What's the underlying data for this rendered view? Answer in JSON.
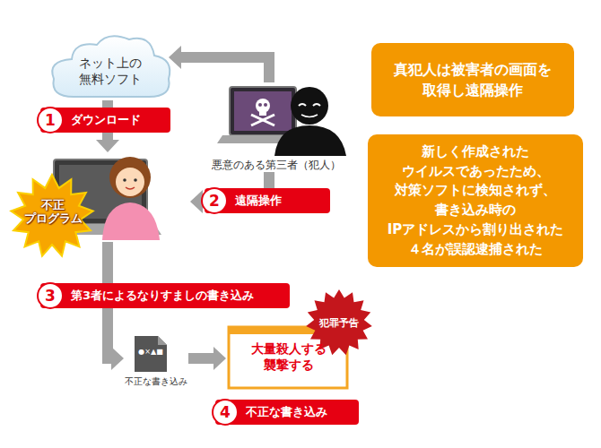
{
  "diagram": {
    "nodes": [
      {
        "text": [
          "ネット上の 無料ソフト"
        ]
      },
      {
        "text": [
          "悪意のある第三者（犯人）"
        ]
      },
      {
        "text": [
          "不正 プログラム"
        ]
      },
      {
        "text": [
          "●×▲■",
          "不正な書き込み"
        ]
      },
      {
        "text": [
          "大量殺人する 襲撃する",
          "犯罪予告"
        ]
      },
      {
        "text": [
          "1",
          "ダウンロード"
        ]
      },
      {
        "text": [
          "2",
          "遠隔操作"
        ]
      },
      {
        "text": [
          "3",
          "第3者によるなりすましの書き込み"
        ]
      },
      {
        "text": [
          "4",
          "不正な書き込み"
        ]
      },
      {
        "text": [
          "真犯人は被害者の画面を 取得し遠隔操作"
        ]
      },
      {
        "text": [
          "新しく作成された ウイルスであったため、 対策ソフトに検知されず、 書き込み時の IPアドレスから割り出された ４名が誤認逮捕された"
        ]
      }
    ],
    "edges": [
      {
        "from": 1,
        "to": 0,
        "arrow": "to"
      },
      {
        "from": 0,
        "to": 2,
        "arrow": "to"
      },
      {
        "from": 1,
        "to": 2,
        "arrow": "to"
      },
      {
        "from": 2,
        "to": 3,
        "arrow": "to"
      },
      {
        "from": 3,
        "to": 4,
        "arrow": "to"
      }
    ]
  }
}
